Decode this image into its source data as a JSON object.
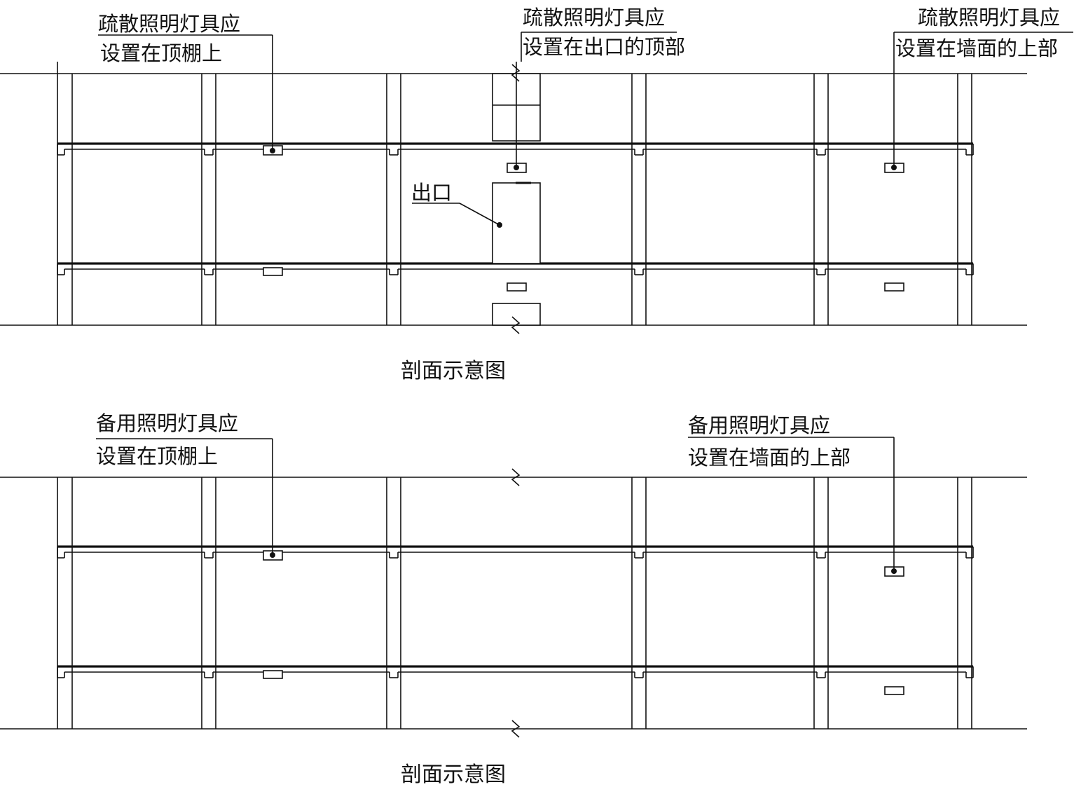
{
  "colors": {
    "line": "#111111",
    "background": "#ffffff"
  },
  "top_diagram": {
    "callout_left": {
      "line1": "疏散照明灯具应",
      "line2": "设置在顶棚上"
    },
    "callout_mid": {
      "line1": "疏散照明灯具应",
      "line2": "设置在出口的顶部"
    },
    "callout_right": {
      "line1": "疏散照明灯具应",
      "line2": "设置在墙面的上部"
    },
    "exit_label": "出口",
    "caption": "剖面示意图"
  },
  "bottom_diagram": {
    "callout_left": {
      "line1": "备用照明灯具应",
      "line2": "设置在顶棚上"
    },
    "callout_right": {
      "line1": "备用照明灯具应",
      "line2": "设置在墙面的上部"
    },
    "caption": "剖面示意图"
  }
}
